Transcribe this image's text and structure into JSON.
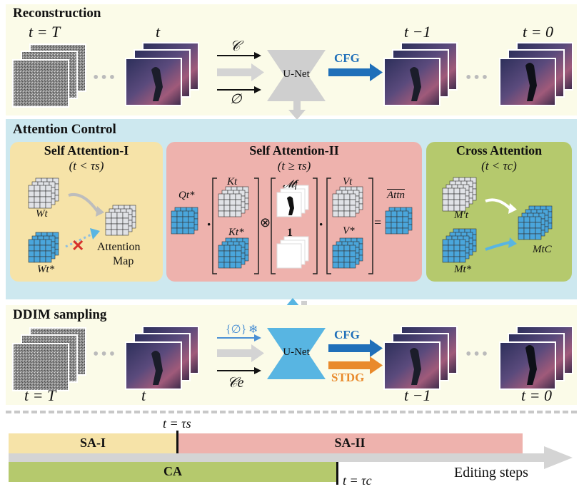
{
  "reconstruction": {
    "title": "Reconstruction",
    "t_T": "t = T",
    "t": "t",
    "t_minus_1": "t −1",
    "t_zero": "t = 0",
    "cond_c": "𝒞",
    "cond_null": "∅",
    "unet": "U-Net",
    "cfg": "CFG"
  },
  "attention_control": {
    "title": "Attention Control",
    "self_attention_1": {
      "title": "Self Attention-I",
      "condition": "(t < τs)",
      "w": "Wt",
      "w_star": "Wt*",
      "map_label_1": "Attention",
      "map_label_2": "Map"
    },
    "self_attention_2": {
      "title": "Self Attention-II",
      "condition": "(t ≥ τs)",
      "q": "Qt*",
      "k": "Kt",
      "k_star": "Kt*",
      "m": "𝓜f",
      "one": "1",
      "v": "Vt",
      "v_star": "V*",
      "attn": "Attn",
      "dot": "·",
      "otimes": "⊗",
      "equals": "="
    },
    "cross_attention": {
      "title": "Cross Attention",
      "condition": "(t < τc)",
      "m_prime": "M′t",
      "m_star": "Mt*",
      "m_c": "MtC"
    }
  },
  "ddim": {
    "title": "DDIM sampling",
    "t_T": "t = T",
    "t": "t",
    "t_minus_1": "t −1",
    "t_zero": "t = 0",
    "cond_null_frozen": "{∅}",
    "cond_ce": "𝒞e",
    "unet": "U-Net",
    "cfg": "CFG",
    "stdg": "STDG"
  },
  "timeline": {
    "tau_s": "t = τs",
    "tau_c": "t = τc",
    "sa1": "SA-I",
    "sa2": "SA-II",
    "ca": "CA",
    "editing": "Editing steps"
  },
  "colors": {
    "yellow_bg": "#fbfbe8",
    "blue_bg": "#cde8ef",
    "sa1": "#f6e3a8",
    "sa2": "#eeb2ad",
    "ca": "#b5c96d",
    "unet_gray": "#cfcfcf",
    "unet_blue": "#58b5e2",
    "cfg_blue": "#1f6fb9",
    "stdg_orange": "#e98a2c",
    "grid_blue": "#4aa6dc",
    "grid_gray": "#e0e2e6"
  }
}
